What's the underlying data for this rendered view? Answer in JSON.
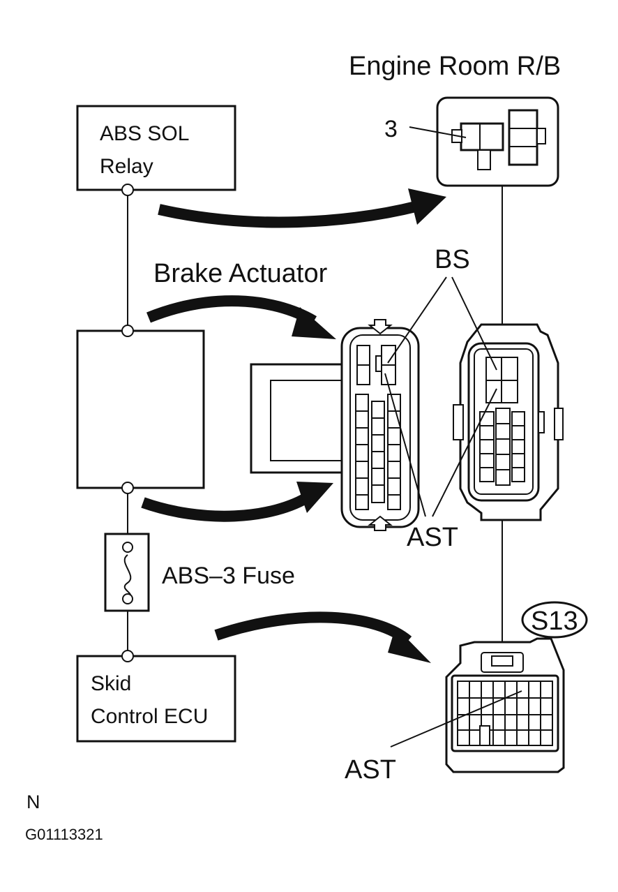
{
  "header": {
    "engine_room_label": "Engine Room R/B"
  },
  "components": {
    "abs_sol_relay": {
      "line1": "ABS SOL",
      "line2": "Relay"
    },
    "brake_actuator": {
      "label": "Brake Actuator"
    },
    "abs3_fuse": {
      "label": "ABS–3 Fuse"
    },
    "skid_control_ecu": {
      "line1": "Skid",
      "line2": "Control ECU"
    }
  },
  "connectors": {
    "relay_slot": "3",
    "bs_label": "BS",
    "ast_label_actuator": "AST",
    "ecu_connector_id": "S13",
    "ast_label_ecu": "AST"
  },
  "footer": {
    "orientation": "N",
    "figure_id": "G01113321"
  }
}
